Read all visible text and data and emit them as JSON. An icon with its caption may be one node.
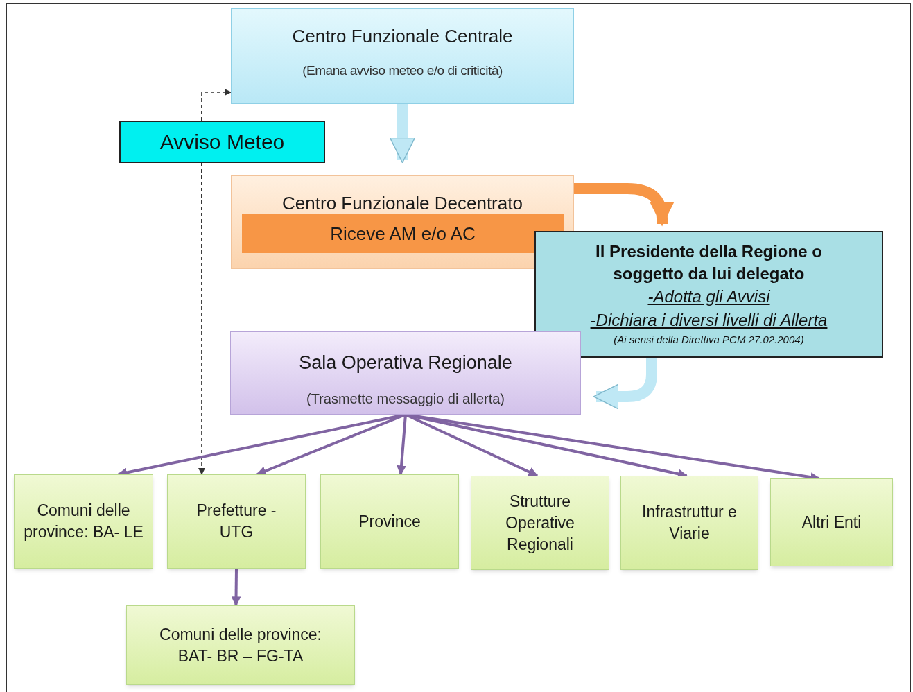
{
  "diagram": {
    "nodes": [
      {
        "text": [
          "Centro Funzionale Centrale",
          "(Emana avviso meteo e/o di criticità)"
        ]
      },
      {
        "text": [
          "Avviso Meteo"
        ]
      },
      {
        "text": [
          "Centro Funzionale Decentrato"
        ]
      },
      {
        "text": [
          "Riceve AM e/o AC"
        ],
        "in": 2
      },
      {
        "text": [
          "Il Presidente della Regione o soggetto da lui delegato",
          "-Adotta gli Avvisi",
          "-Dichiara i diversi livelli di Allerta",
          "(Ai sensi della Direttiva PCM 27.02.2004)"
        ]
      },
      {
        "text": [
          "Sala Operativa Regionale",
          "(Trasmette messaggio di allerta)"
        ]
      },
      {
        "text": [
          "Comuni delle province: BA- LE"
        ]
      },
      {
        "text": [
          "Prefetture - UTG"
        ]
      },
      {
        "text": [
          "Province"
        ]
      },
      {
        "text": [
          "Strutture Operative Regionali"
        ]
      },
      {
        "text": [
          "Infrastruttur e Viarie"
        ]
      },
      {
        "text": [
          "Altri Enti"
        ]
      },
      {
        "text": [
          "Comuni delle province: BAT- BR – FG-TA"
        ]
      }
    ],
    "edges": [
      {
        "from": 0,
        "to": 2,
        "arrow": "to",
        "style": "thick",
        "color": "#bfe8f5"
      },
      {
        "from": 2,
        "to": 4,
        "arrow": "to",
        "style": "thick",
        "color": "#f79646"
      },
      {
        "from": 4,
        "to": 5,
        "arrow": "to",
        "style": "thick",
        "color": "#bfe8f5"
      },
      {
        "from": 1,
        "to": 0,
        "arrow": "to",
        "style": "dashed",
        "color": "#333333"
      },
      {
        "from": 1,
        "to": 7,
        "arrow": "to",
        "style": "dashed",
        "color": "#333333"
      },
      {
        "from": 5,
        "to": 6,
        "arrow": "to"
      },
      {
        "from": 5,
        "to": 7,
        "arrow": "to"
      },
      {
        "from": 5,
        "to": 8,
        "arrow": "to"
      },
      {
        "from": 5,
        "to": 9,
        "arrow": "to"
      },
      {
        "from": 5,
        "to": 10,
        "arrow": "to"
      },
      {
        "from": 5,
        "to": 11,
        "arrow": "to"
      },
      {
        "from": 7,
        "to": 12,
        "arrow": "to"
      }
    ]
  }
}
